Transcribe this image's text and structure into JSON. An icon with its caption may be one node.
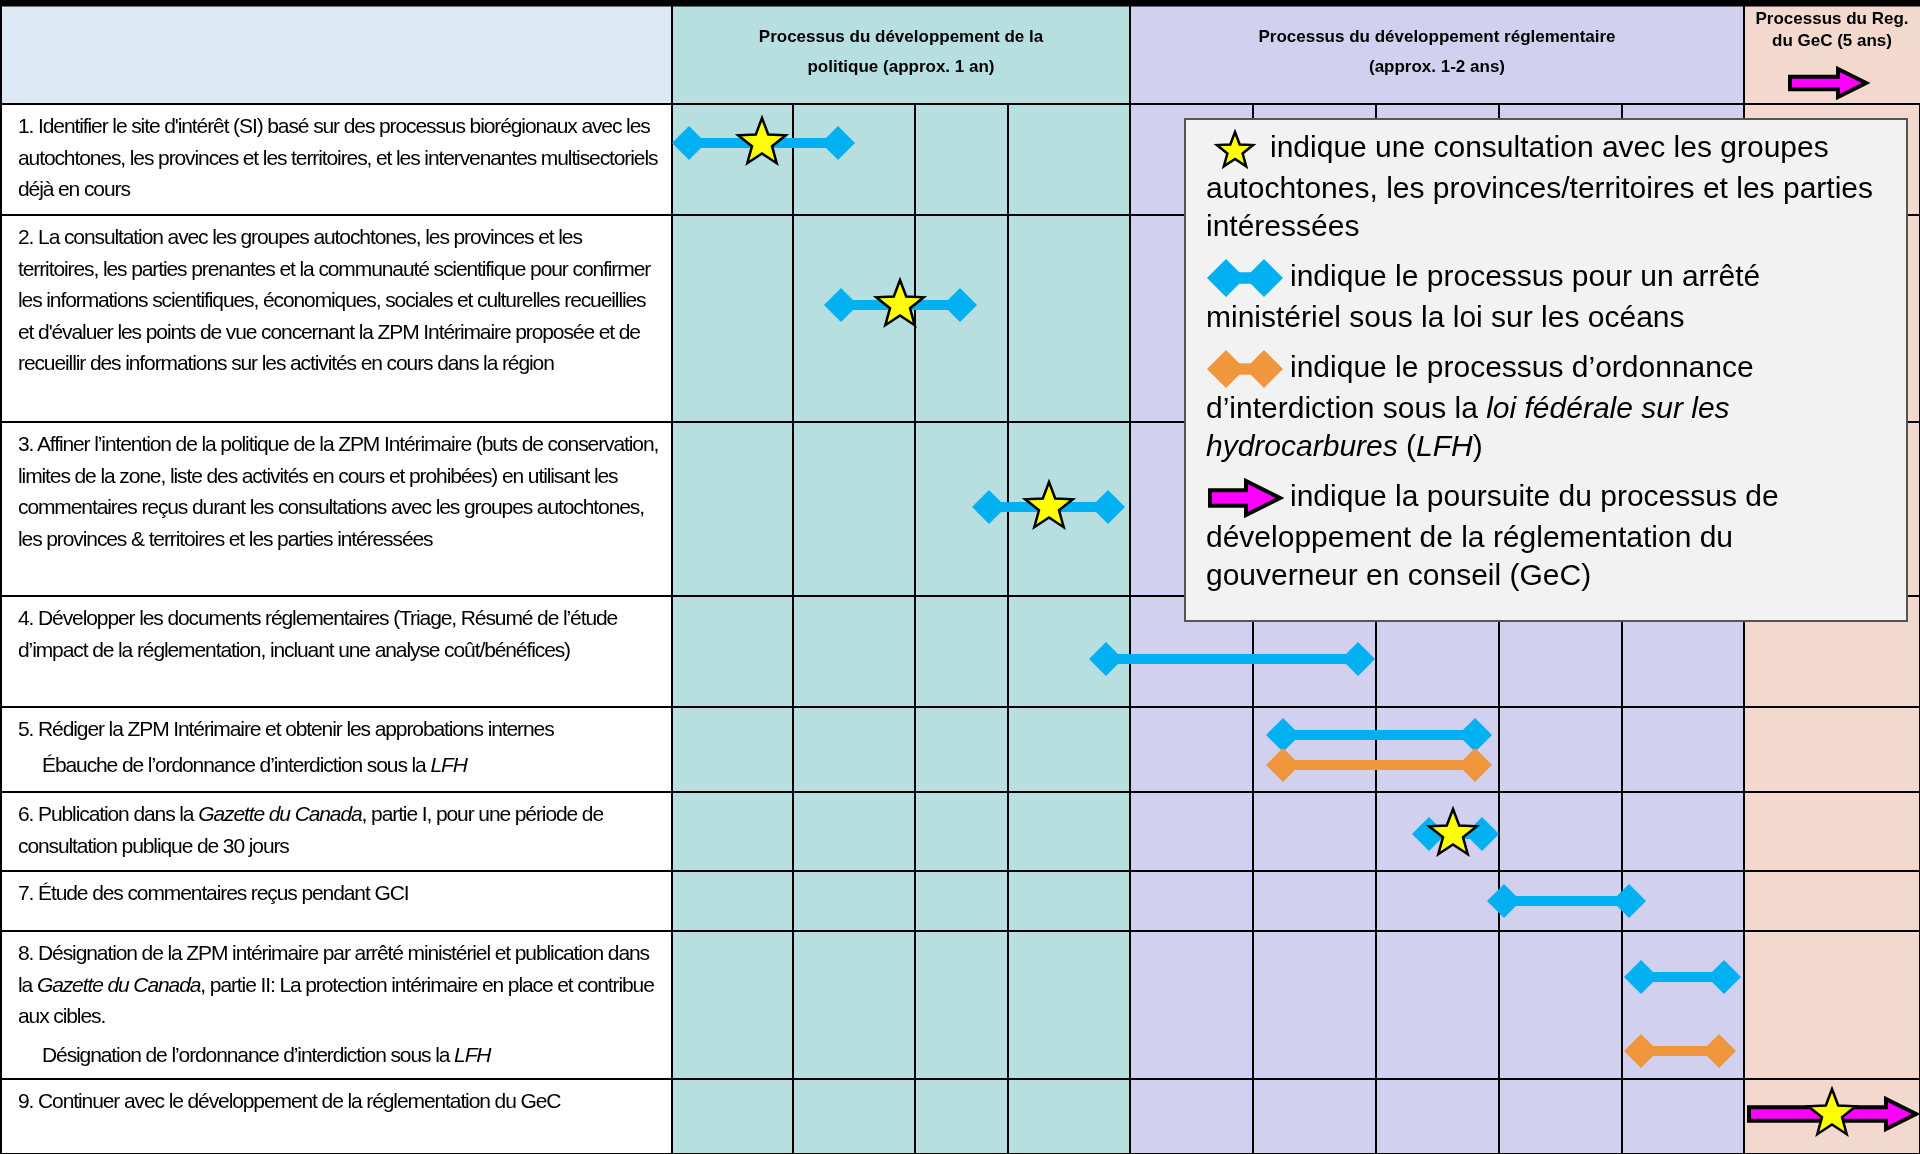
{
  "diagram": {
    "labels": [
      "Processus du développement de la politique (approx. 1 an)",
      "Processus du développement réglementaire (approx. 1-2 ans)",
      "Processus du Reg. du GeC (5 ans)",
      "1. Identifier le site d'intérêt (SI) basé sur des processus biorégionaux avec les autochtones, les provinces et les territoires, et les intervenantes multisectoriels déjà en cours",
      "2. La consultation avec les groupes autochtones, les provinces et les territoires, les parties prenantes et la communauté scientifique pour confirmer les informations scientifiques, économiques, sociales et culturelles recueillies et d'évaluer les points de vue concernant la ZPM Intérimaire proposée et de recueillir des informations sur les activités en cours dans la région",
      "3. Affiner l’intention de la politique de la ZPM Intérimaire (buts de conservation, limites de la zone, liste des activités en cours et prohibées) en utilisant les commentaires reçus durant les consultations avec les groupes autochtones, les provinces & territoires et les parties intéressées",
      "4. Développer les documents réglementaires (Triage, Résumé de l’étude d’impact de la réglementation, incluant une analyse coût/bénéfices)",
      "5. Rédiger la ZPM Intérimaire et obtenir les approbations internes",
      "Ébauche de l’ordonnance d’interdiction sous la *LFH*",
      "6. Publication dans la *Gazette du Canada*, partie I, pour une période de consultation publique de 30 jours",
      "7. Étude des commentaires reçus pendant GCI",
      "8. Désignation de la ZPM intérimaire par arrêté ministériel et publication dans la *Gazette du Canada*, partie II: La protection intérimaire en place et contribue aux cibles.",
      "Désignation de l’ordonnance d’interdiction sous la *LFH*",
      "9. Continuer avec le développement de la réglementation du GeC"
    ],
    "legend": [
      {
        "text": "indique une consultation avec les groupes autochtones, les provinces/territoires et les parties intéressées"
      },
      {
        "text": "indique le processus pour un arrêté ministériel sous la loi sur les océans"
      },
      {
        "text": "indique le processus d’ordonnance d’interdiction sous la *loi fédérale sur les hydrocarbures* (*LFH*)"
      },
      {
        "text": "indique la poursuite du processus de développement de la réglementation du gouverneur en conseil (GeC)"
      }
    ]
  }
}
